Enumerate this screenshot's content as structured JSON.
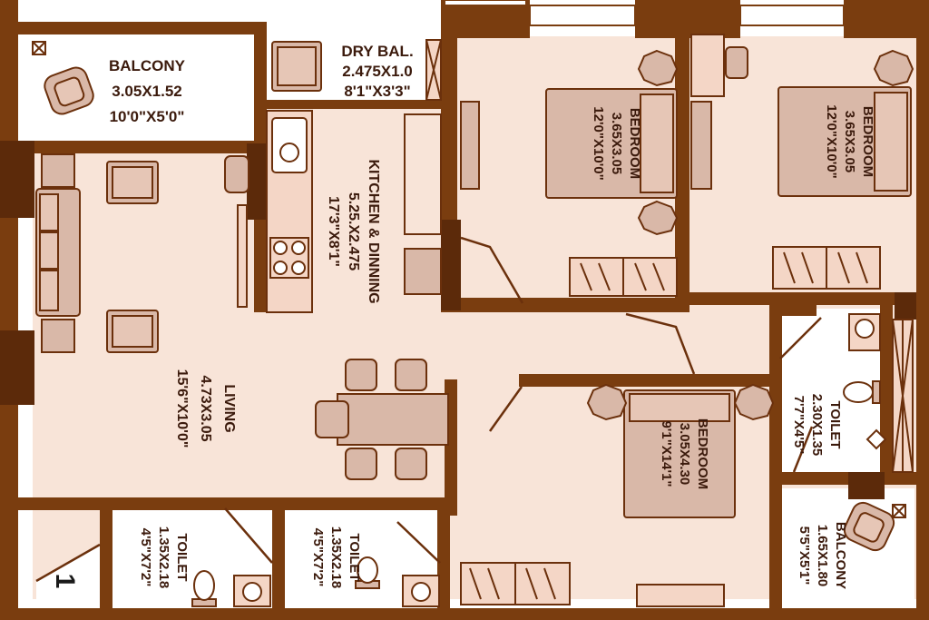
{
  "colors": {
    "wall": "#7a3d0f",
    "floor": "#f8e4d8",
    "wet_floor": "#ffffff",
    "furniture_fill": "#d9b8a8",
    "furniture_stroke": "#6b300c",
    "text": "#3b1a0c"
  },
  "rooms": {
    "balcony_top": {
      "name": "BALCONY",
      "size_m": "3.05X1.52",
      "size_ft": "10'0\"X5'0\""
    },
    "dry_balcony": {
      "name": "DRY BAL.",
      "size_m": "2.475X1.0",
      "size_ft": "8'1\"X3'3\""
    },
    "kitchen": {
      "name": "KITCHEN & DINNING",
      "size_m": "5.25.X2.475",
      "size_ft": "17'3\"X8'1\""
    },
    "bedroom_1": {
      "name": "BEDROOM",
      "size_m": "3.65X3.05",
      "size_ft": "12'0\"X10'0\""
    },
    "bedroom_2": {
      "name": "BEDROOM",
      "size_m": "3.65X3.05",
      "size_ft": "12'0\"X10'0\""
    },
    "living": {
      "name": "LIVING",
      "size_m": "4.73X3.05",
      "size_ft": "15'6\"X10'0\""
    },
    "bedroom_3": {
      "name": "BEDROOM",
      "size_m": "3.05X4.30",
      "size_ft": "9'1\"X14'1\""
    },
    "toilet_right": {
      "name": "TOILET",
      "size_m": "2.30X1.35",
      "size_ft": "7'7\"X4'5\""
    },
    "balcony_right": {
      "name": "BALCONY",
      "size_m": "1.65X1.80",
      "size_ft": "5'5\"X5'1\""
    },
    "toilet_left": {
      "name": "TOILET",
      "size_m": "1.35X2.18",
      "size_ft": "4'5\"X7'2\""
    },
    "toilet_middle": {
      "name": "TOILET",
      "size_m": "1.35X2.18",
      "size_ft": "4'5\"X7'2\""
    }
  },
  "unit_number": "1"
}
